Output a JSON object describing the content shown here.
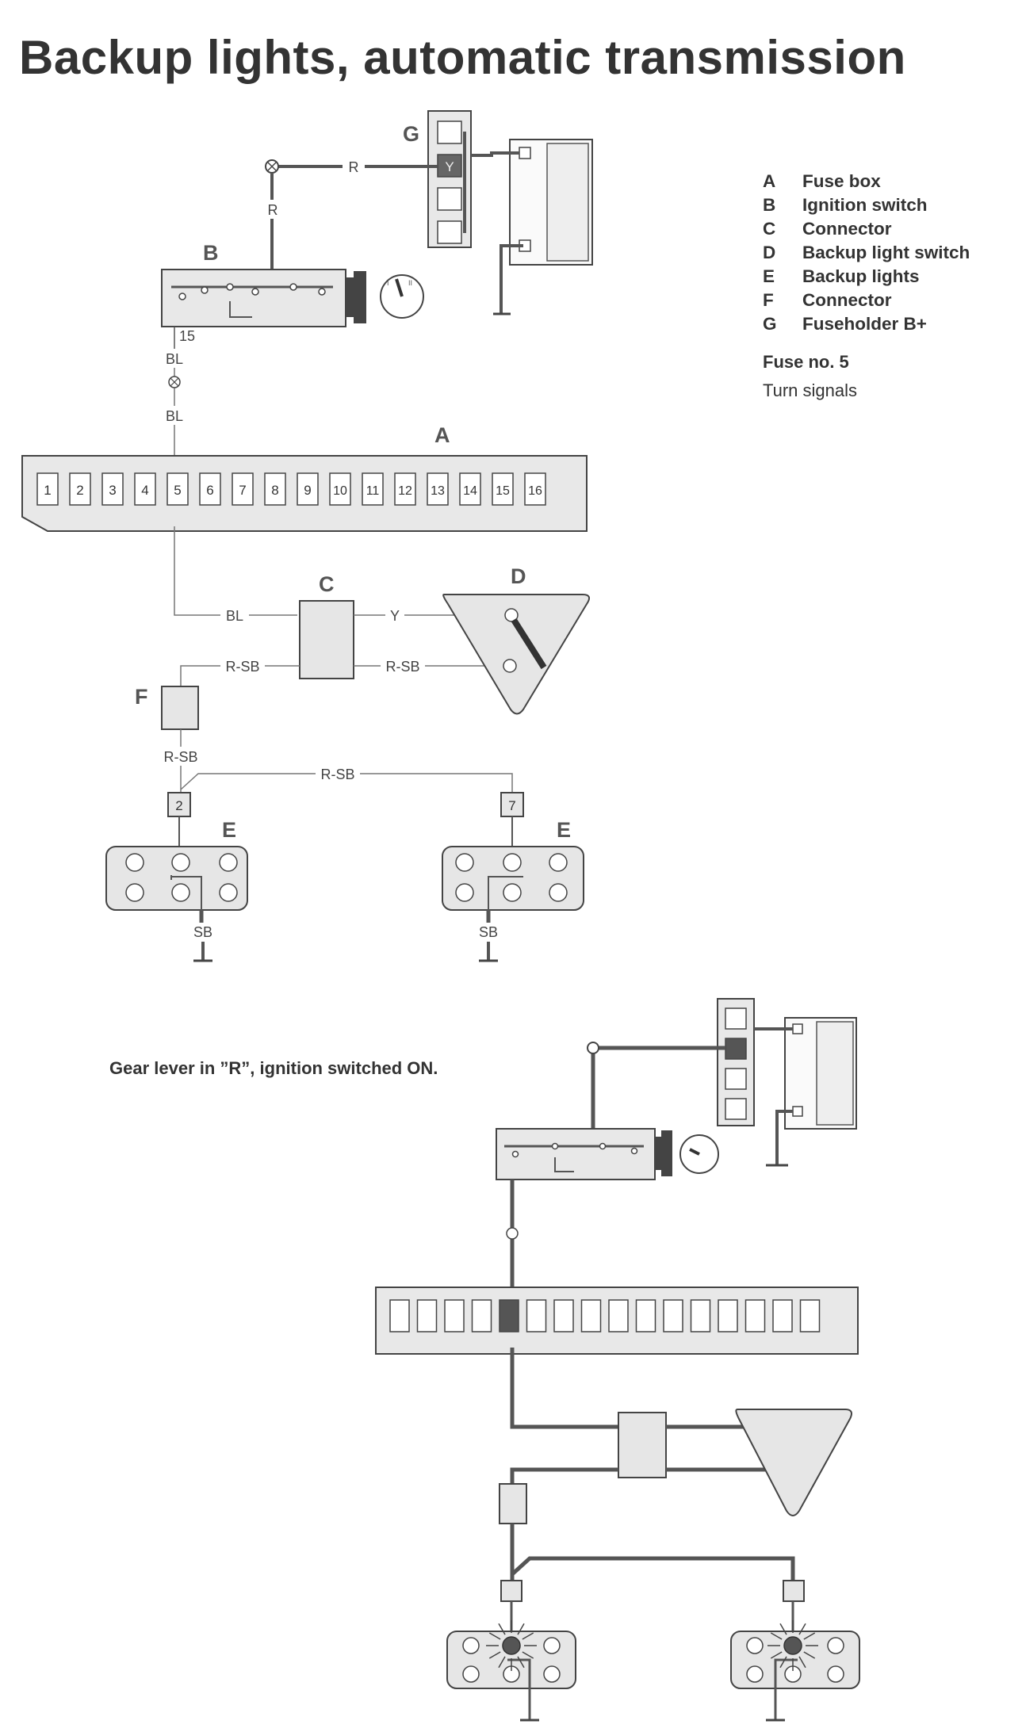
{
  "title": "Backup lights, automatic transmission",
  "legend": [
    {
      "key": "A",
      "label": "Fuse box"
    },
    {
      "key": "B",
      "label": "Ignition switch"
    },
    {
      "key": "C",
      "label": "Connector"
    },
    {
      "key": "D",
      "label": "Backup light switch"
    },
    {
      "key": "E",
      "label": "Backup lights"
    },
    {
      "key": "F",
      "label": "Connector"
    },
    {
      "key": "G",
      "label": "Fuseholder B+"
    }
  ],
  "fuse": {
    "number_label": "Fuse no. 5",
    "description": "Turn signals"
  },
  "caption": "Gear lever in ”R”, ignition switched ON.",
  "components": {
    "a": "A",
    "b": "B",
    "c": "C",
    "d": "D",
    "e": "E",
    "f": "F",
    "g": "G"
  },
  "fuseholder_slot_label": "Y",
  "ignition_terminal": "15",
  "fuses": [
    "1",
    "2",
    "3",
    "4",
    "5",
    "6",
    "7",
    "8",
    "9",
    "10",
    "11",
    "12",
    "13",
    "14",
    "15",
    "16"
  ],
  "pins": {
    "left": "2",
    "right": "7"
  },
  "wires": {
    "r": "R",
    "bl": "BL",
    "y": "Y",
    "r_sb": "R-SB",
    "sb": "SB"
  },
  "colors": {
    "wire": "#555555",
    "box_fill": "#e6e6e6",
    "highlight": "#666666",
    "line_thin": "#777777"
  }
}
